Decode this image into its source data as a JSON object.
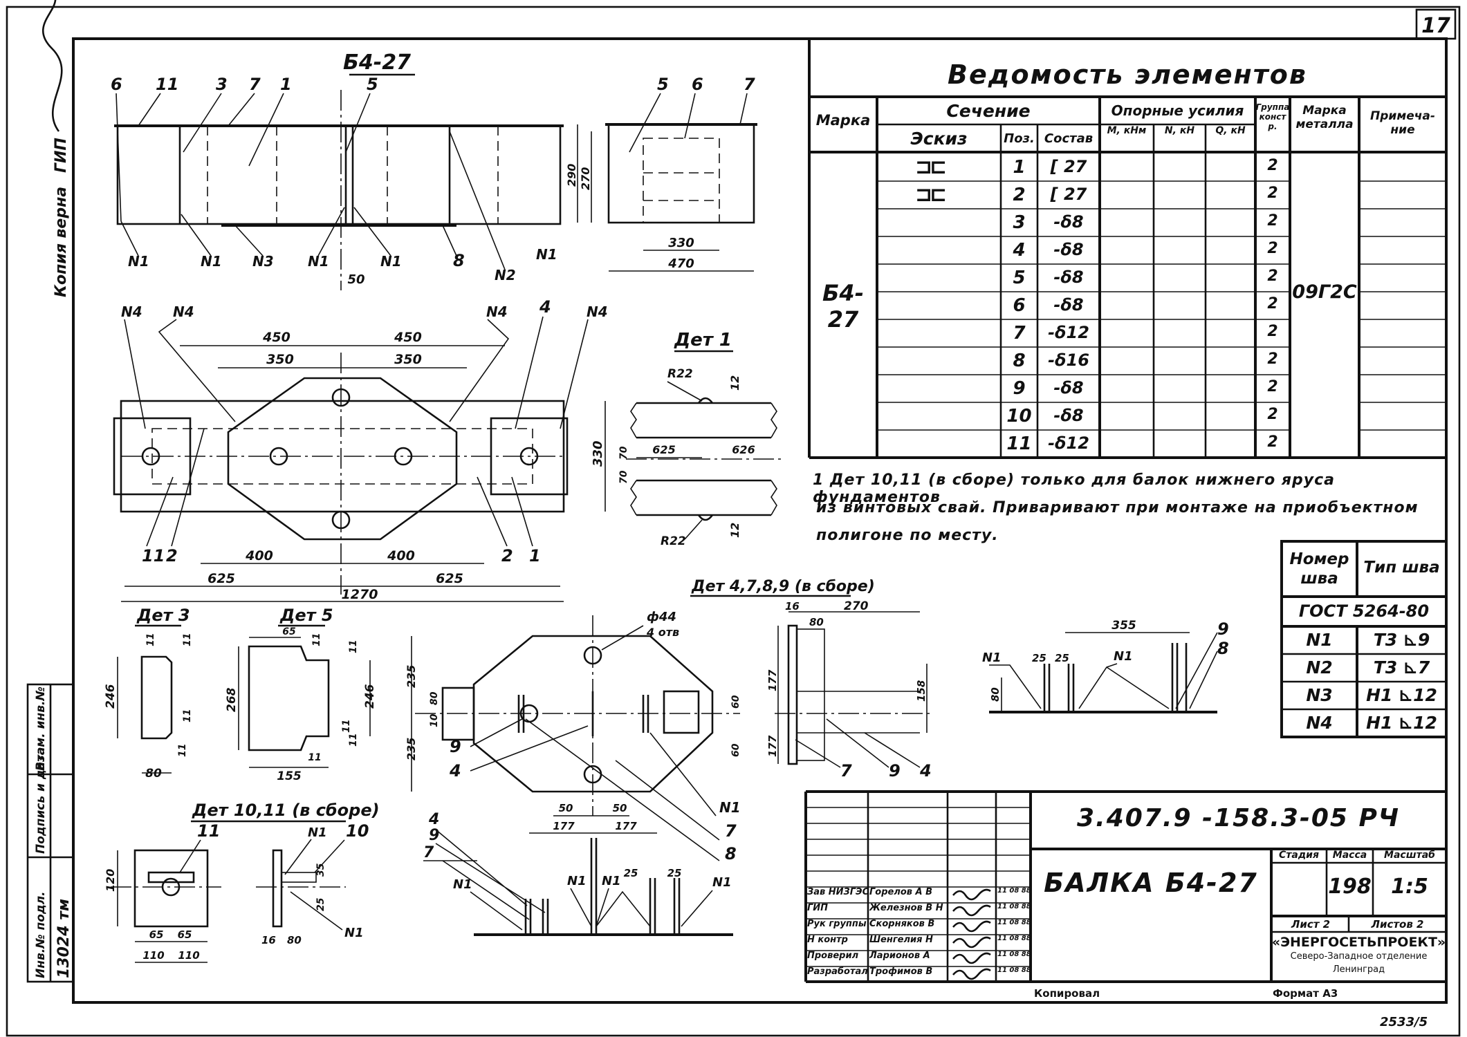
{
  "sheet_number": "17",
  "side_stamp": {
    "copy_text": "Копия верна",
    "role": "ГИП"
  },
  "left_strip": {
    "inv_no_label": "Инв.№ подл.",
    "inv_no_value": "13024 тм",
    "sign_date_label": "Подпись и дата",
    "replace_label": "Взам. инв.№"
  },
  "views": {
    "main_title": "Б4-27",
    "top_callouts": [
      "6",
      "11",
      "3",
      "7",
      "1",
      "5",
      "5",
      "6",
      "7"
    ],
    "weld_callouts_top": [
      "N1",
      "N1",
      "N3",
      "N1",
      "N1",
      "8",
      "N2",
      "N1"
    ],
    "dim_50": "50",
    "side_dims": [
      "290",
      "270",
      "330",
      "470"
    ],
    "plan_callouts": [
      "N4",
      "N4",
      "N4",
      "4",
      "N4"
    ],
    "plan_dims_top": [
      "450",
      "450",
      "350",
      "350"
    ],
    "plan_dims_bottom": [
      "400",
      "400",
      "625",
      "625",
      "1270"
    ],
    "plan_dim_right": "330",
    "plan_bottom_callouts": [
      "11",
      "2",
      "2",
      "1"
    ],
    "det1_title": "Дет 1",
    "det1_labels": [
      "R22",
      "12",
      "625",
      "626",
      "70",
      "70",
      "R22",
      "12"
    ],
    "det3_title": "Дет 3",
    "det3_dims": [
      "11",
      "11",
      "246",
      "11",
      "11",
      "80"
    ],
    "det5_title": "Дет 5",
    "det5_dims": [
      "65",
      "11",
      "11",
      "268",
      "246",
      "11",
      "11",
      "11",
      "155"
    ],
    "det4789_title": "Дет 4,7,8,9 (в сборе)",
    "det4789_dims": [
      "ф44",
      "4 отв",
      "235",
      "235",
      "80",
      "10",
      "60",
      "60",
      "50",
      "50",
      "177",
      "177"
    ],
    "det4789_callouts": [
      "9",
      "4",
      "N1",
      "7",
      "8"
    ],
    "det4789_side_dims": [
      "16",
      "80",
      "270",
      "177",
      "177",
      "158"
    ],
    "det4789_side_callouts": [
      "7",
      "9",
      "4"
    ],
    "det1011_title": "Дет 10,11 (в сборе)",
    "det1011_dims": [
      "11",
      "120",
      "65",
      "65",
      "110",
      "110",
      "16",
      "80",
      "10",
      "35",
      "25"
    ],
    "det1011_callouts": [
      "N1",
      "N1"
    ],
    "weld_detail": {
      "dims": [
        "355",
        "25",
        "25",
        "80"
      ],
      "callouts": [
        "N1",
        "N1",
        "9",
        "8"
      ]
    },
    "bottom_weld": {
      "callouts": [
        "4",
        "9",
        "7",
        "N1",
        "N1",
        "N1",
        "N1"
      ],
      "dims": [
        "25",
        "25"
      ]
    }
  },
  "statement": {
    "title": "Ведомость элементов",
    "headers": {
      "mark": "Марка",
      "section": "Сечение",
      "sketch": "Эскиз",
      "pos": "Поз.",
      "comp": "Состав",
      "forces": "Опорные усилия",
      "m": "M, кНм",
      "n": "N, кН",
      "q": "Q, кН",
      "group": "Группа констр.",
      "steel": "Марка металла",
      "note": "Примеча-ние"
    },
    "mark_value": "Б4-27",
    "steel_value": "09Г2С",
    "rows": [
      {
        "pos": "1",
        "comp": "[ 27",
        "group": "2"
      },
      {
        "pos": "2",
        "comp": "[ 27",
        "group": "2"
      },
      {
        "pos": "3",
        "comp": "-δ8",
        "group": "2"
      },
      {
        "pos": "4",
        "comp": "-δ8",
        "group": "2"
      },
      {
        "pos": "5",
        "comp": "-δ8",
        "group": "2"
      },
      {
        "pos": "6",
        "comp": "-δ8",
        "group": "2"
      },
      {
        "pos": "7",
        "comp": "-δ12",
        "group": "2"
      },
      {
        "pos": "8",
        "comp": "-δ16",
        "group": "2"
      },
      {
        "pos": "9",
        "comp": "-δ8",
        "group": "2"
      },
      {
        "pos": "10",
        "comp": "-δ8",
        "group": "2"
      },
      {
        "pos": "11",
        "comp": "-δ12",
        "group": "2"
      }
    ]
  },
  "note_lines": [
    "1 Дет 10,11 (в сборе) только для балок нижнего яруса фундаментов",
    "из винтовых свай. Приваривают при монтаже на приобъектном",
    "полигоне по месту."
  ],
  "weld_table": {
    "h_num": "Номер шва",
    "h_type": "Тип шва",
    "gost": "ГОСТ 5264-80",
    "rows": [
      {
        "num": "N1",
        "type": "Т3 ⊾9"
      },
      {
        "num": "N2",
        "type": "Т3 ⊾7"
      },
      {
        "num": "N3",
        "type": "Н1 ⊾12"
      },
      {
        "num": "N4",
        "type": "Н1 ⊾12"
      }
    ]
  },
  "title_block": {
    "doc_code": "3.407.9 -158.3-05 РЧ",
    "name": "БАЛКА Б4-27",
    "stage_label": "Стадия",
    "mass_label": "Масса",
    "scale_label": "Масштаб",
    "mass_value": "198",
    "scale_value": "1:5",
    "sheet_label": "Лист 2",
    "sheets_label": "Листов 2",
    "org_line1": "«ЭНЕРГОСЕТЬПРОЕКТ»",
    "org_line2": "Северо-Западное отделение",
    "org_line3": "Ленинград",
    "signers": [
      {
        "role": "Зав НИЗГЭС",
        "name": "Горелов А В",
        "date": "11 08 88"
      },
      {
        "role": "ГИП",
        "name": "Железнов В Н",
        "date": "11 08 88"
      },
      {
        "role": "Рук группы",
        "name": "Скорняков В",
        "date": "11 08 88"
      },
      {
        "role": "Н контр",
        "name": "Шенгелия Н",
        "date": "11 08 88"
      },
      {
        "role": "Проверил",
        "name": "Ларионов А",
        "date": "11 08 88"
      },
      {
        "role": "Разработал",
        "name": "Трофимов В",
        "date": "11 08 88"
      }
    ],
    "copied_label": "Копировал",
    "format_label": "Формат А3"
  },
  "archive_number": "2533/5"
}
